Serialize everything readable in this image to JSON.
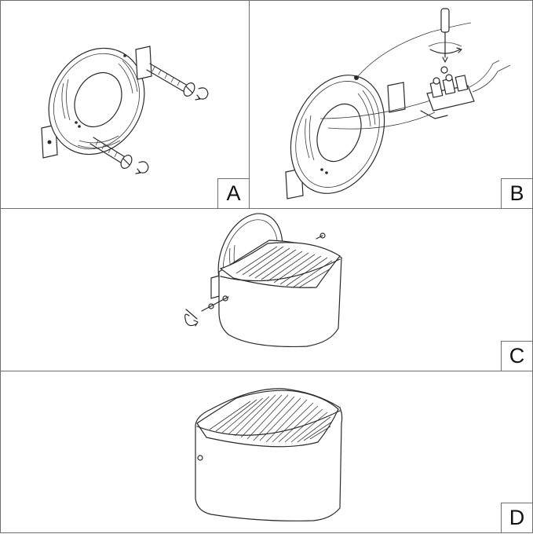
{
  "steps": [
    {
      "label": "A"
    },
    {
      "label": "B"
    },
    {
      "label": "C"
    },
    {
      "label": "D"
    }
  ],
  "colors": {
    "line": "#2a2a2a",
    "border": "#6f6f6f",
    "background": "#ffffff"
  },
  "icons": [
    "mounting-plate-icon",
    "screw-icon",
    "screwdriver-icon",
    "terminal-block-icon",
    "lamp-cube-icon",
    "rotation-arrow-icon"
  ]
}
